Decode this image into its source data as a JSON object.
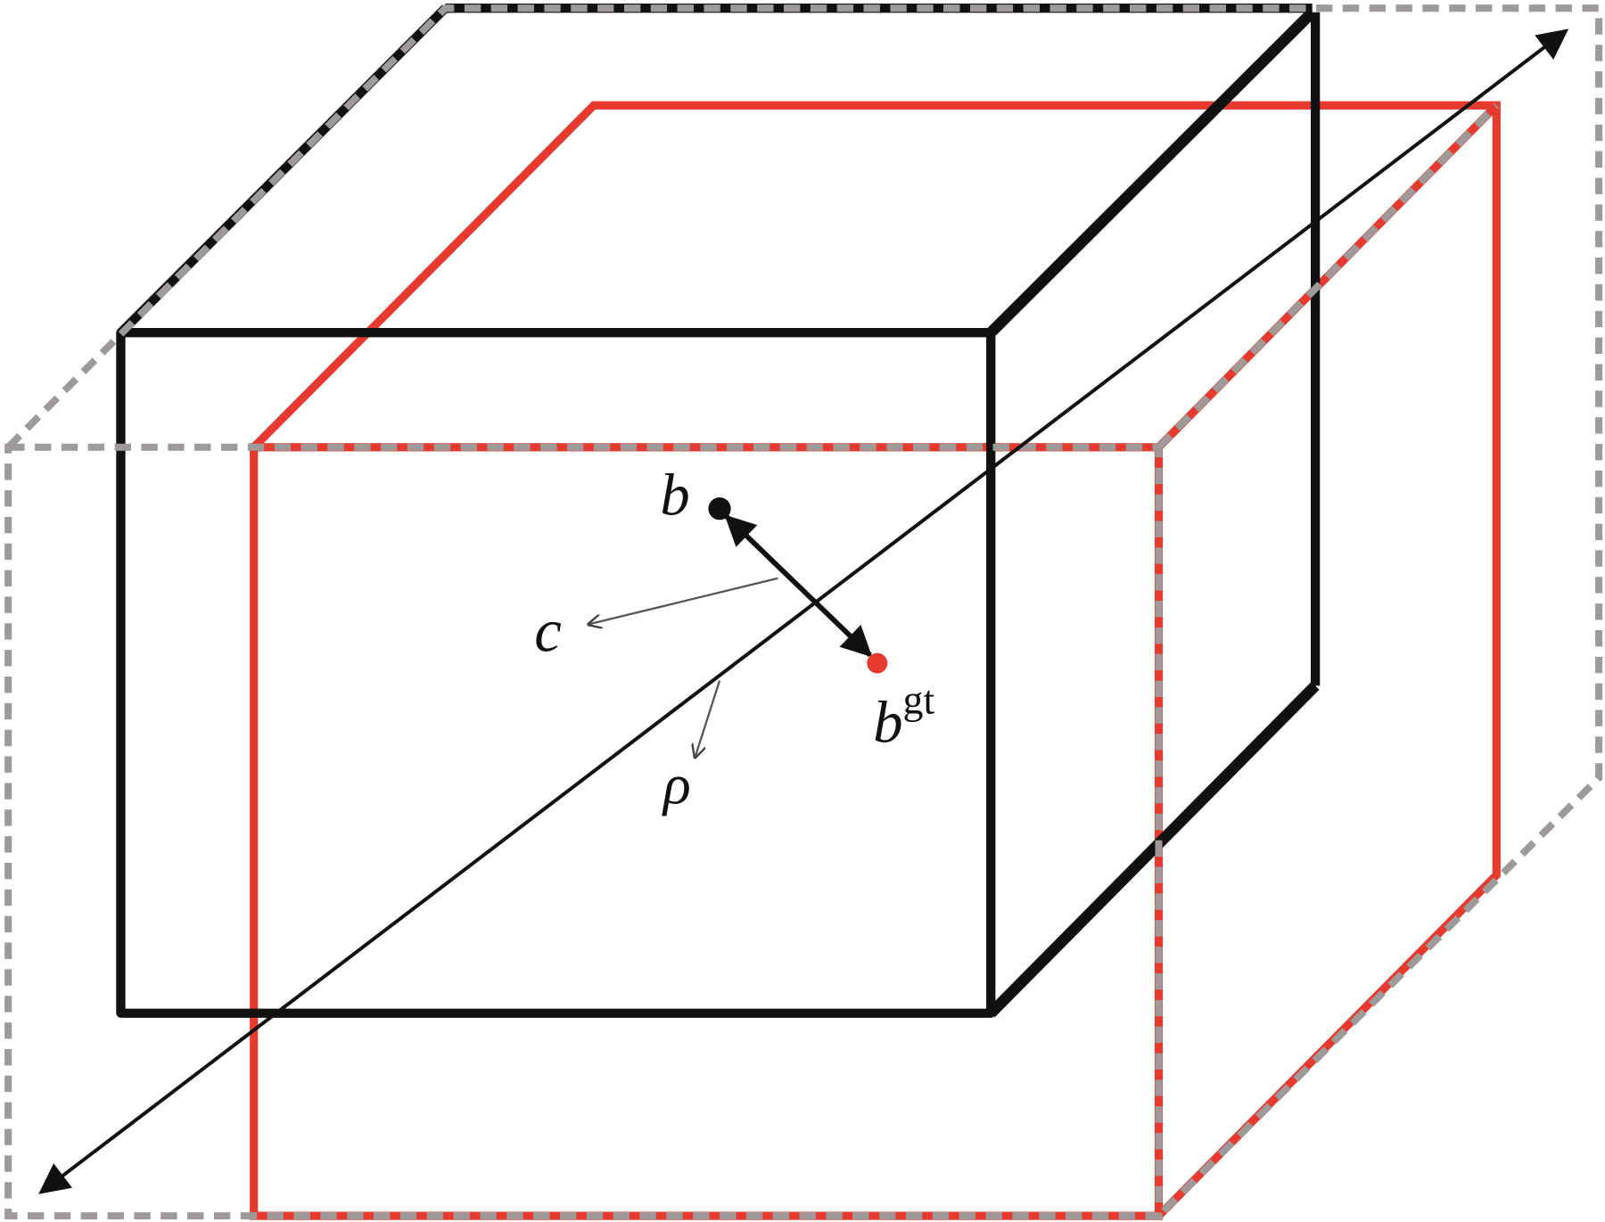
{
  "labels": {
    "b": "b",
    "b_gt_base": "b",
    "b_gt_sup": "gt",
    "c": "c",
    "rho": "ρ"
  },
  "colors": {
    "predicted_box": "#111111",
    "ground_truth_box": "#e8392e",
    "enclosing_box": "#9e9a9a",
    "gt_point": "#e8392e"
  }
}
